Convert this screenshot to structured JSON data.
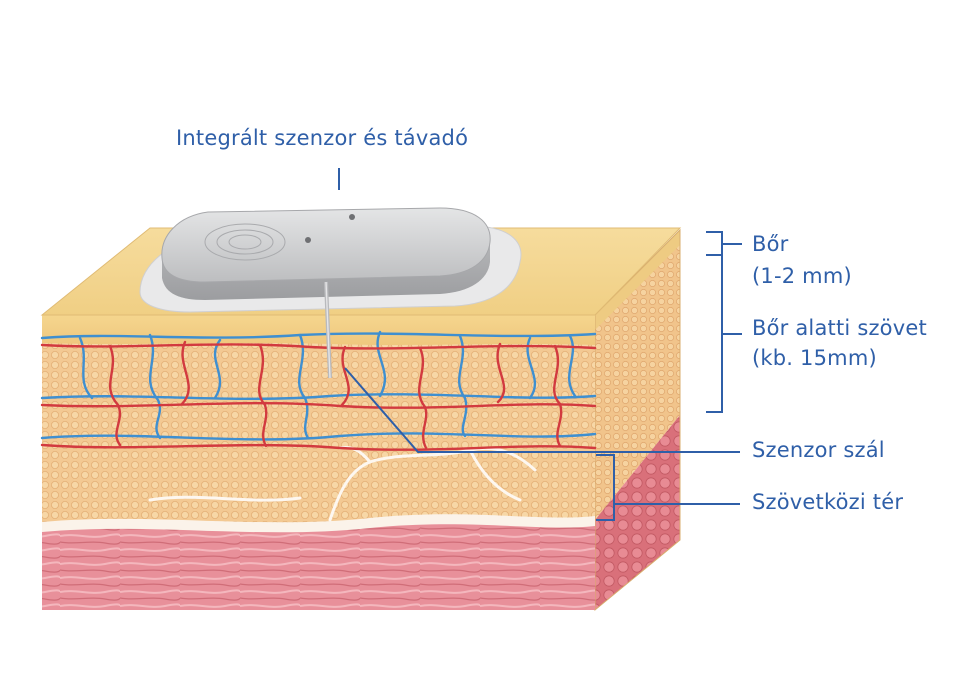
{
  "labels": {
    "device": "Integrált szenzor és távadó",
    "skin_name": "Bőr",
    "skin_depth": "(1-2 mm)",
    "subcut_name": "Bőr alatti szövet",
    "subcut_depth": "(kb. 15mm)",
    "sensor_wire": "Szenzor szál",
    "interstitial": "Szövetközi tér"
  },
  "colors": {
    "label": "#2f5fa8",
    "leader": "#2f5fa8",
    "skin": "#f4d58f",
    "fat": "#f2c98f",
    "muscle": "#e9929a",
    "artery": "#d23a3f",
    "vein": "#3f8fd0",
    "device": "#c9cacb"
  }
}
